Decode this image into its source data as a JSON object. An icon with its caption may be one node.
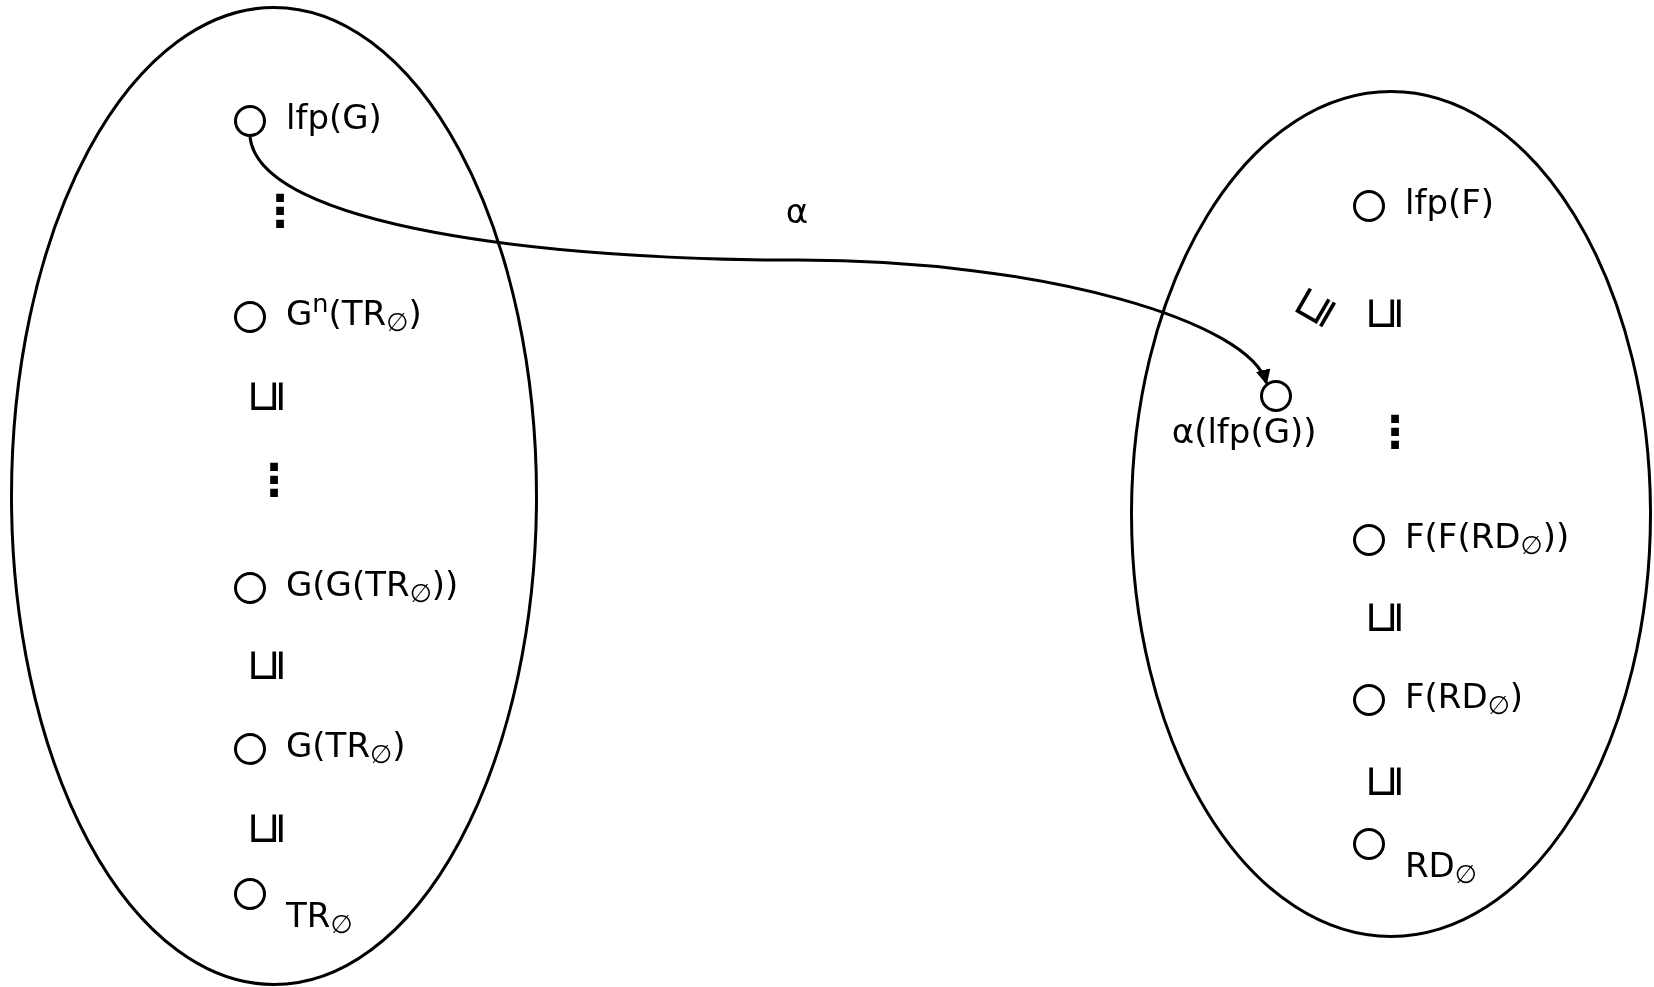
{
  "diagram": {
    "nodes": [
      {
        "text": [],
        "shape": "ellipse"
      },
      {
        "text": [],
        "shape": "circle",
        "in": 0,
        "beside": [
          "lfp(G)"
        ]
      },
      {
        "text": [],
        "shape": "circle",
        "in": 0,
        "beside": [
          "G$^{n}$(TR$_{∅}$)"
        ]
      },
      {
        "text": [],
        "shape": "circle",
        "in": 0,
        "beside": [
          "G(G(TR$_{∅}$))"
        ]
      },
      {
        "text": [],
        "shape": "circle",
        "in": 0,
        "beside": [
          "G(TR$_{∅}$)"
        ]
      },
      {
        "text": [],
        "shape": "circle",
        "in": 0,
        "beside": [
          "TR$_{∅}$"
        ]
      },
      {
        "text": [],
        "shape": "ellipse"
      },
      {
        "text": [],
        "shape": "circle",
        "in": 6,
        "beside": [
          "lfp(F)"
        ]
      },
      {
        "text": [],
        "shape": "circle",
        "in": 6,
        "beside": [
          "α(lfp(G))"
        ]
      },
      {
        "text": [],
        "shape": "circle",
        "in": 6,
        "beside": [
          "F(F(RD$_{∅}$))"
        ]
      },
      {
        "text": [],
        "shape": "circle",
        "in": 6,
        "beside": [
          "F(RD$_{∅}$)"
        ]
      },
      {
        "text": [],
        "shape": "circle",
        "in": 6,
        "beside": [
          "RD$_{∅}$"
        ]
      }
    ],
    "edges": [
      {
        "from": 1,
        "to": 8,
        "arrow": "to",
        "label": "α"
      }
    ],
    "labels": [
      "⋮",
      "⊑",
      "⋮",
      "⊑",
      "⊑",
      "⊑",
      "⊑",
      "⋮",
      "⊑",
      "⊑"
    ]
  }
}
